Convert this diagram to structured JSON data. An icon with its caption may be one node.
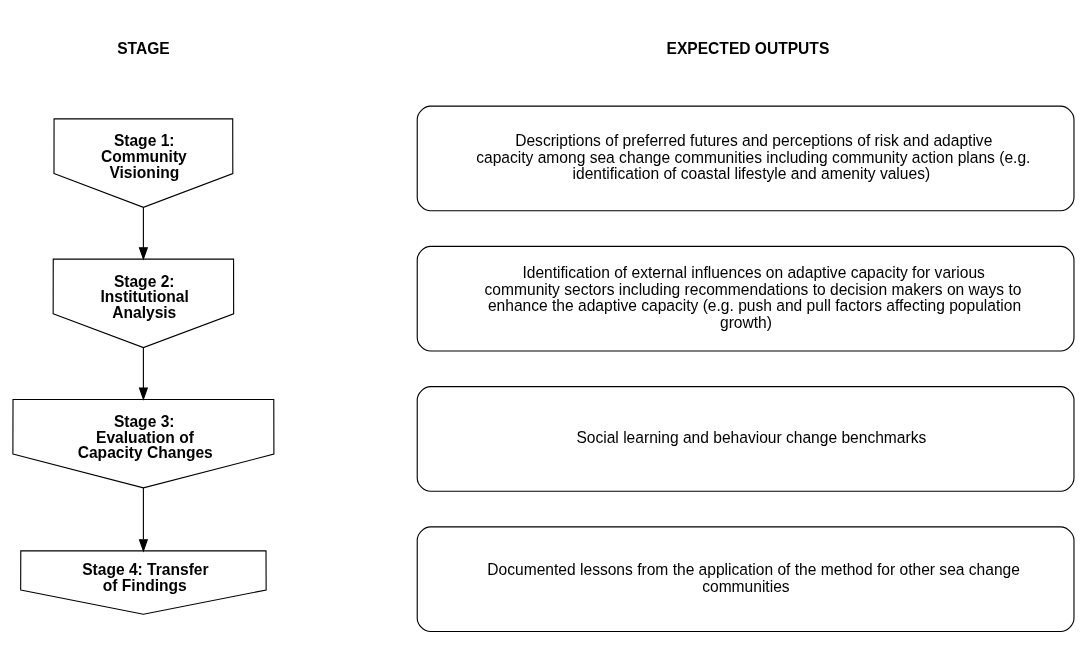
{
  "diagram": {
    "nodes": [
      {
        "text": [
          "Stage 1: Community Visioning"
        ]
      },
      {
        "text": [
          "Descriptions of preferred futures and perceptions of risk and adaptive capacity among sea change communities including community action plans (e.g. identification of coastal lifestyle and amenity values)"
        ]
      },
      {
        "text": [
          "Stage 2: Institutional Analysis"
        ]
      },
      {
        "text": [
          "Identification of external influences on adaptive capacity for various community sectors including recommendations to decision makers on ways to enhance the adaptive capacity (e.g. push and pull factors affecting population growth)"
        ]
      },
      {
        "text": [
          "Stage 3: Evaluation of Capacity Changes"
        ]
      },
      {
        "text": [
          "Social learning and behaviour change benchmarks"
        ]
      },
      {
        "text": [
          "Stage 4: Transfer of Findings"
        ]
      },
      {
        "text": [
          "Documented lessons from the application of the method for other sea change communities"
        ]
      }
    ],
    "edges": [
      {
        "from": 0,
        "to": 2,
        "arrow": "to"
      },
      {
        "from": 2,
        "to": 4,
        "arrow": "to"
      },
      {
        "from": 4,
        "to": 6,
        "arrow": "to"
      }
    ],
    "labels": [
      "STAGE",
      "EXPECTED OUTPUTS"
    ]
  }
}
